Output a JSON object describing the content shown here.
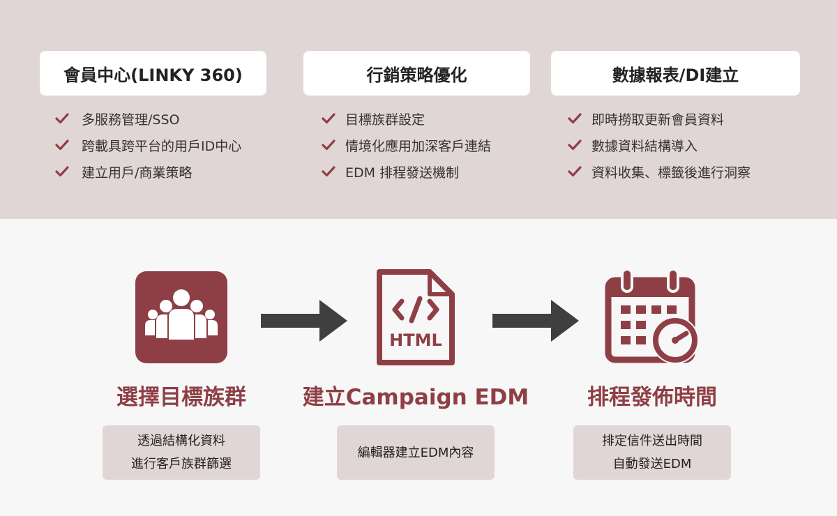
{
  "colors": {
    "accent": "#8e3f45",
    "band": "#e1d6d6",
    "arrow": "#3f3f3f",
    "header_bg": "#ffffff"
  },
  "columns": [
    {
      "title": "會員中心(LINKY 360)",
      "items": [
        "多服務管理/SSO",
        "跨載具跨平台的用戶ID中心",
        "建立用戶/商業策略"
      ]
    },
    {
      "title": "行銷策略優化",
      "items": [
        "目標族群設定",
        "情境化應用加深客戶連結",
        "EDM 排程發送機制"
      ]
    },
    {
      "title": "數據報表/DI建立",
      "items": [
        "即時撈取更新會員資料",
        "數據資料結構導入",
        "資料收集、標籤後進行洞察"
      ]
    }
  ],
  "steps": [
    {
      "icon": "users-group-icon",
      "title": "選擇目標族群",
      "desc": [
        "透過結構化資料",
        "進行客戶族群篩選"
      ]
    },
    {
      "icon": "html-file-icon",
      "icon_text": "HTML",
      "title": "建立Campaign EDM",
      "desc": [
        "編輯器建立EDM內容"
      ]
    },
    {
      "icon": "calendar-clock-icon",
      "title": "排程發佈時間",
      "desc": [
        "排定信件送出時間",
        "自動發送EDM"
      ]
    }
  ]
}
